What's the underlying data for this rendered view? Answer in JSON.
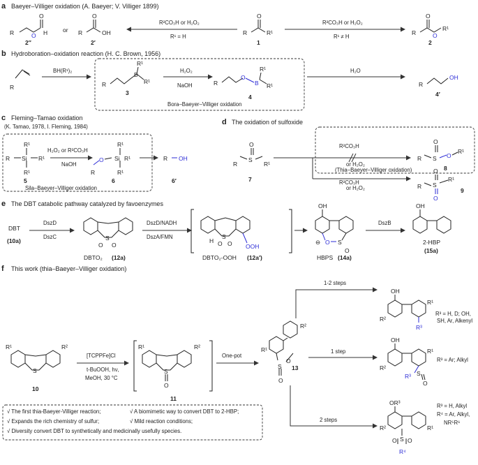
{
  "panels": {
    "a": {
      "letter": "a",
      "title": "Baeyer–Villiger oxidation (A. Baeyer; V. Villiger 1899)",
      "or": "or",
      "reagent": "R²CO₃H or H₂O₂",
      "cond_left": "R¹ = H",
      "cond_right": "R¹ ≠ H"
    },
    "b": {
      "letter": "b",
      "title": "Hydroboration–oxidation reaction (H. C. Brown, 1956)",
      "reagent1": "BH(R¹)₂",
      "reagent2": "H₂O₂",
      "reagent3": "NaOH",
      "reagent4": "H₂O",
      "box_caption": "Bora–Baeyer–Villiger oxidation"
    },
    "c": {
      "letter": "c",
      "title": "Fleming–Tamao oxidation",
      "subtitle": "(K. Tamao, 1978, I. Fleming, 1984)",
      "reagent1": "H₂O₂ or R²CO₃H",
      "reagent2": "NaOH",
      "box_caption": "Sila–Baeyer–Villiger oxidation"
    },
    "d": {
      "letter": "d",
      "title": "The oxidation of sulfoxide",
      "reagent1": "R²CO₃H",
      "reagent2": "or H₂O₂",
      "box_caption": "(Thia–Baeyer–Villiger oxidation)",
      "reagent3": "R²CO₃H",
      "reagent4": "or H₂O₂"
    },
    "e": {
      "letter": "e",
      "title": "The DBT catabolic pathway catalyzed by favoenzymes",
      "enz1": "DszD",
      "enz2": "DszC",
      "enz3": "DszD/NADH",
      "enz4": "DszA/FMN",
      "enz5": "DszB"
    },
    "f": {
      "letter": "f",
      "title": "This work (thia–Baeyer–Villiger oxidation)",
      "cat": "[TCPPFe]Cl",
      "cond1": "t-BuOOH, hν,",
      "cond2": "MeOH, 30 °C",
      "onepot": "One-pot",
      "step_a": "1-2 steps",
      "step_b": "1 step",
      "step_c": "2 steps",
      "note1a": "R³ = H, D; OH,",
      "note1b": "SH, Ar, Alkenyl",
      "note2": "R³ = Ar; Alkyl",
      "note3a": "R³ = H, Alkyl",
      "note3b": "R⁴ = Ar, Alkyl,",
      "note3c": "NR⁵R⁶",
      "h1": "√ The first thia-Baeyer-Villiger reaction;",
      "h2": "√ A biomimetic way to convert DBT to 2-HBP;",
      "h3": "√ Expands the rich chemistry of sulfur;",
      "h4": "√ Mild reaction conditions;",
      "h5": "√ Diversity convert DBT to synthetically and medicinally usefully species."
    }
  },
  "compounds": {
    "c1": "1",
    "c2": "2",
    "c2p": "2′",
    "c2pp": "2″",
    "c3": "3",
    "c4": "4",
    "c4p": "4′",
    "c5": "5",
    "c6": "6",
    "c6p": "6′",
    "c7": "7",
    "c8": "8",
    "c9": "9",
    "dbt": "DBT",
    "c10a": "(10a)",
    "dbto2": "DBTO₂",
    "c12a": "(12a)",
    "dbto2ooh": "DBTO₂-OOH",
    "c12ap": "(12a′)",
    "hbps": "HBPS",
    "c14a": "(14a)",
    "hbp": "2-HBP",
    "c15a": "(15a)",
    "c10": "10",
    "c11": "11",
    "c13": "13"
  },
  "molecules": {
    "R": "R",
    "R1": "R¹",
    "R2": "R²",
    "R3": "R³",
    "R4": "R⁴",
    "O": "O",
    "H": "H",
    "OH": "OH",
    "OOH": "OOH",
    "OR3": "OR³",
    "B": "B",
    "S": "S",
    "Si": "Si",
    "minus": "⊖"
  },
  "colors": {
    "highlight_blue": "#2b2bd6",
    "ink": "#222222"
  }
}
